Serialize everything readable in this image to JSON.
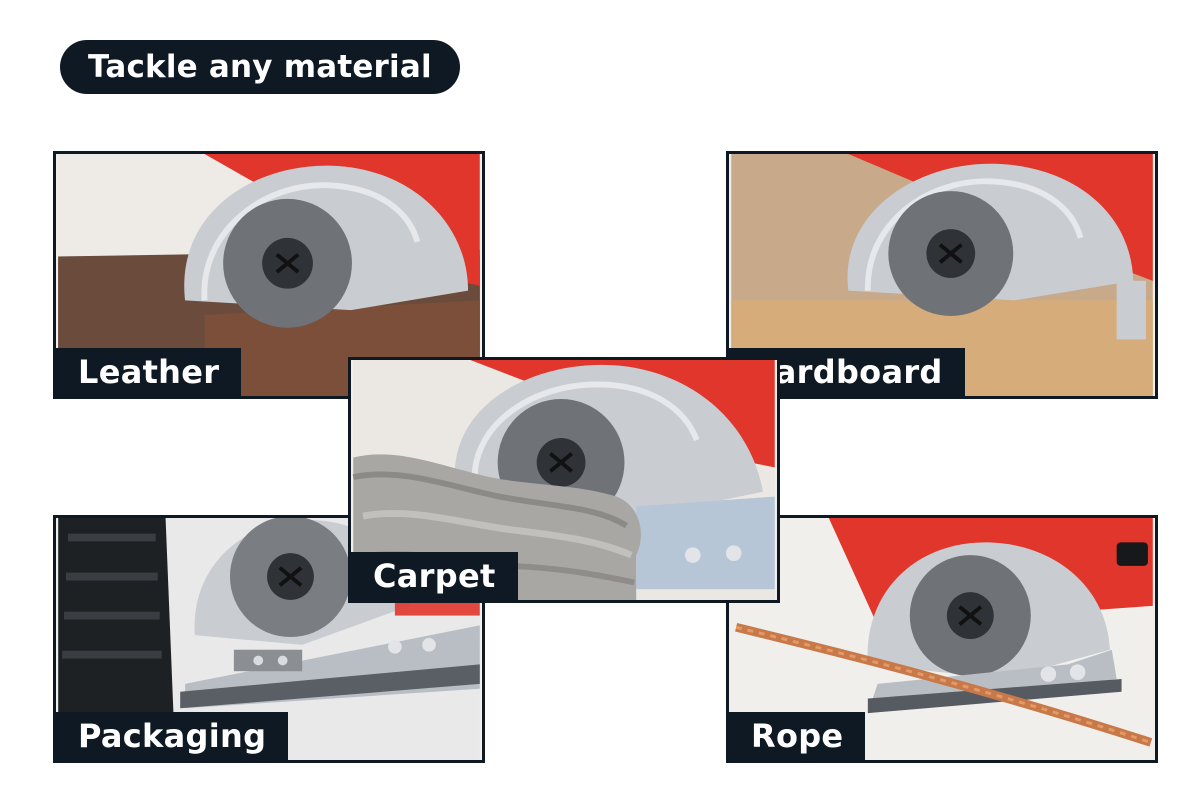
{
  "header": {
    "title": "Tackle any material"
  },
  "panels": [
    {
      "id": "leather",
      "label": "Leather"
    },
    {
      "id": "cardboard",
      "label": "Cardboard"
    },
    {
      "id": "carpet",
      "label": "Carpet"
    },
    {
      "id": "packaging",
      "label": "Packaging"
    },
    {
      "id": "rope",
      "label": "Rope"
    }
  ],
  "colors": {
    "label_bg": "#0f1923",
    "label_text": "#ffffff",
    "tool_red": "#e0362b",
    "tool_silver": "#c9cdd2",
    "blade_gray": "#6f7378"
  }
}
